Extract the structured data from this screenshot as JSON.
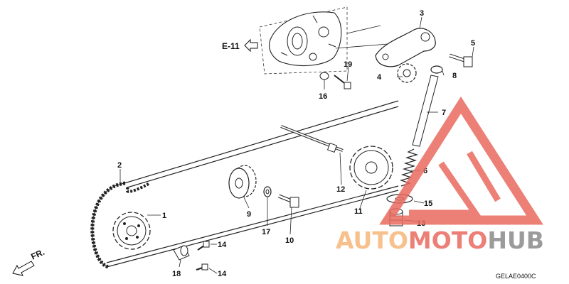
{
  "diagram": {
    "ref_label": "E-11",
    "direction_label": "FR.",
    "code": "GELAE0400C",
    "callouts": {
      "c1": "1",
      "c2": "2",
      "c3": "3",
      "c4": "4",
      "c5": "5",
      "c6": "6",
      "c7": "7",
      "c8": "8",
      "c9": "9",
      "c10": "10",
      "c11": "11",
      "c12": "12",
      "c13": "13",
      "c14a": "14",
      "c14b": "14",
      "c15": "15",
      "c16": "16",
      "c17": "17",
      "c18": "18",
      "c19": "19"
    }
  },
  "watermark": {
    "part1": "AUTO",
    "part2": "MOTO",
    "part3": "HUB",
    "color_light": "#f6b77a",
    "color_red": "#e96a60",
    "color_gray": "#8a8a8a"
  }
}
